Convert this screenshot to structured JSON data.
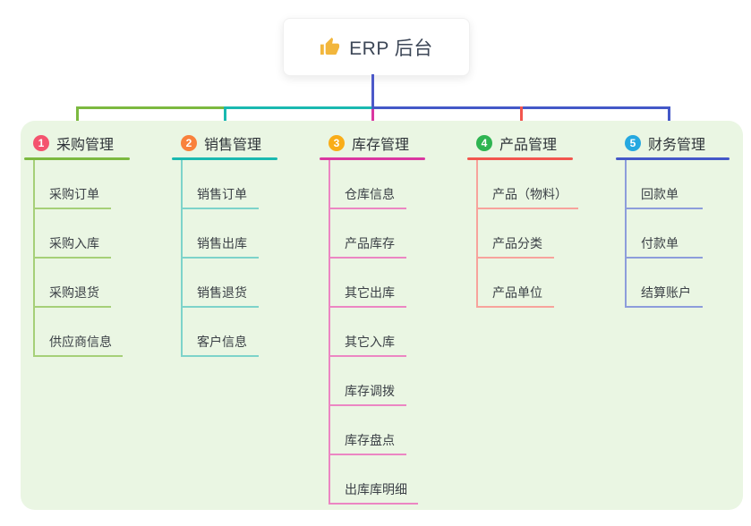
{
  "root": {
    "title": "ERP 后台",
    "icon": "thumbs-up-icon",
    "icon_color": "#f2b63c",
    "line_color": "#4c59c9"
  },
  "canvas": {
    "panel_bg": "#eaf6e3"
  },
  "branches": [
    {
      "badge": "1",
      "label": "采购管理",
      "color": "#7cb940",
      "sub_color": "#a6d078",
      "badge_color": "#f4536e",
      "items": [
        "采购订单",
        "采购入库",
        "采购退货",
        "供应商信息"
      ]
    },
    {
      "badge": "2",
      "label": "销售管理",
      "color": "#1ab9b0",
      "sub_color": "#7dd3ca",
      "badge_color": "#f9813c",
      "items": [
        "销售订单",
        "销售出库",
        "销售退货",
        "客户信息"
      ]
    },
    {
      "badge": "3",
      "label": "库存管理",
      "color": "#da37a1",
      "sub_color": "#ec86c3",
      "badge_color": "#f9ad18",
      "items": [
        "仓库信息",
        "产品库存",
        "其它出库",
        "其它入库",
        "库存调拨",
        "库存盘点",
        "出库库明细"
      ]
    },
    {
      "badge": "4",
      "label": "产品管理",
      "color": "#f2564e",
      "sub_color": "#f7a39c",
      "badge_color": "#2eb451",
      "items": [
        "产品（物料）",
        "产品分类",
        "产品单位"
      ]
    },
    {
      "badge": "5",
      "label": "财务管理",
      "color": "#4458c8",
      "sub_color": "#8d9ddb",
      "badge_color": "#25a8e0",
      "items": [
        "回款单",
        "付款单",
        "结算账户"
      ]
    }
  ]
}
